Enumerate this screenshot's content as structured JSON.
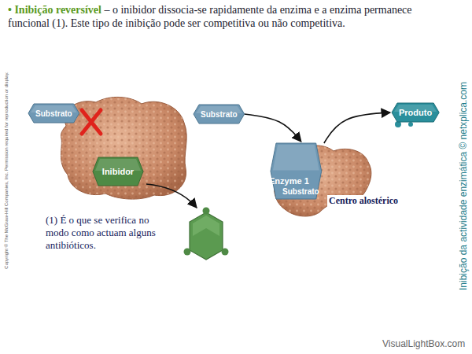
{
  "diagram": {
    "title": "• Inibição reversível",
    "nodes": [
      {
        "text": [
          "Substrato"
        ]
      },
      {
        "text": [
          "Inibidor"
        ]
      },
      {
        "text": [
          "Substrato"
        ]
      },
      {
        "text": [
          "Produto"
        ]
      },
      {
        "text": [
          "Enzyme 1"
        ]
      },
      {
        "text": [
          "Substrato"
        ],
        "in": 4
      }
    ],
    "edges": [
      {
        "from": 2,
        "to": 5,
        "arrow": "to"
      },
      {
        "from": 4,
        "to": 3,
        "arrow": "to"
      }
    ],
    "labels": [
      "– o inibidor dissocia-se rapidamente da enzima e a enzima permanece funcional (1). Este tipo de inibição pode ser competitiva ou não competitiva.",
      "(1) É o que se verifica no modo como actuam alguns antibióticos.",
      "Centro alostérico",
      "Copyright © The McGraw-Hill Companies, Inc. Permission required for reproduction or display.",
      "Inibição da actividade enzimática © netxplica.com",
      "VisualLightBox.com"
    ]
  }
}
